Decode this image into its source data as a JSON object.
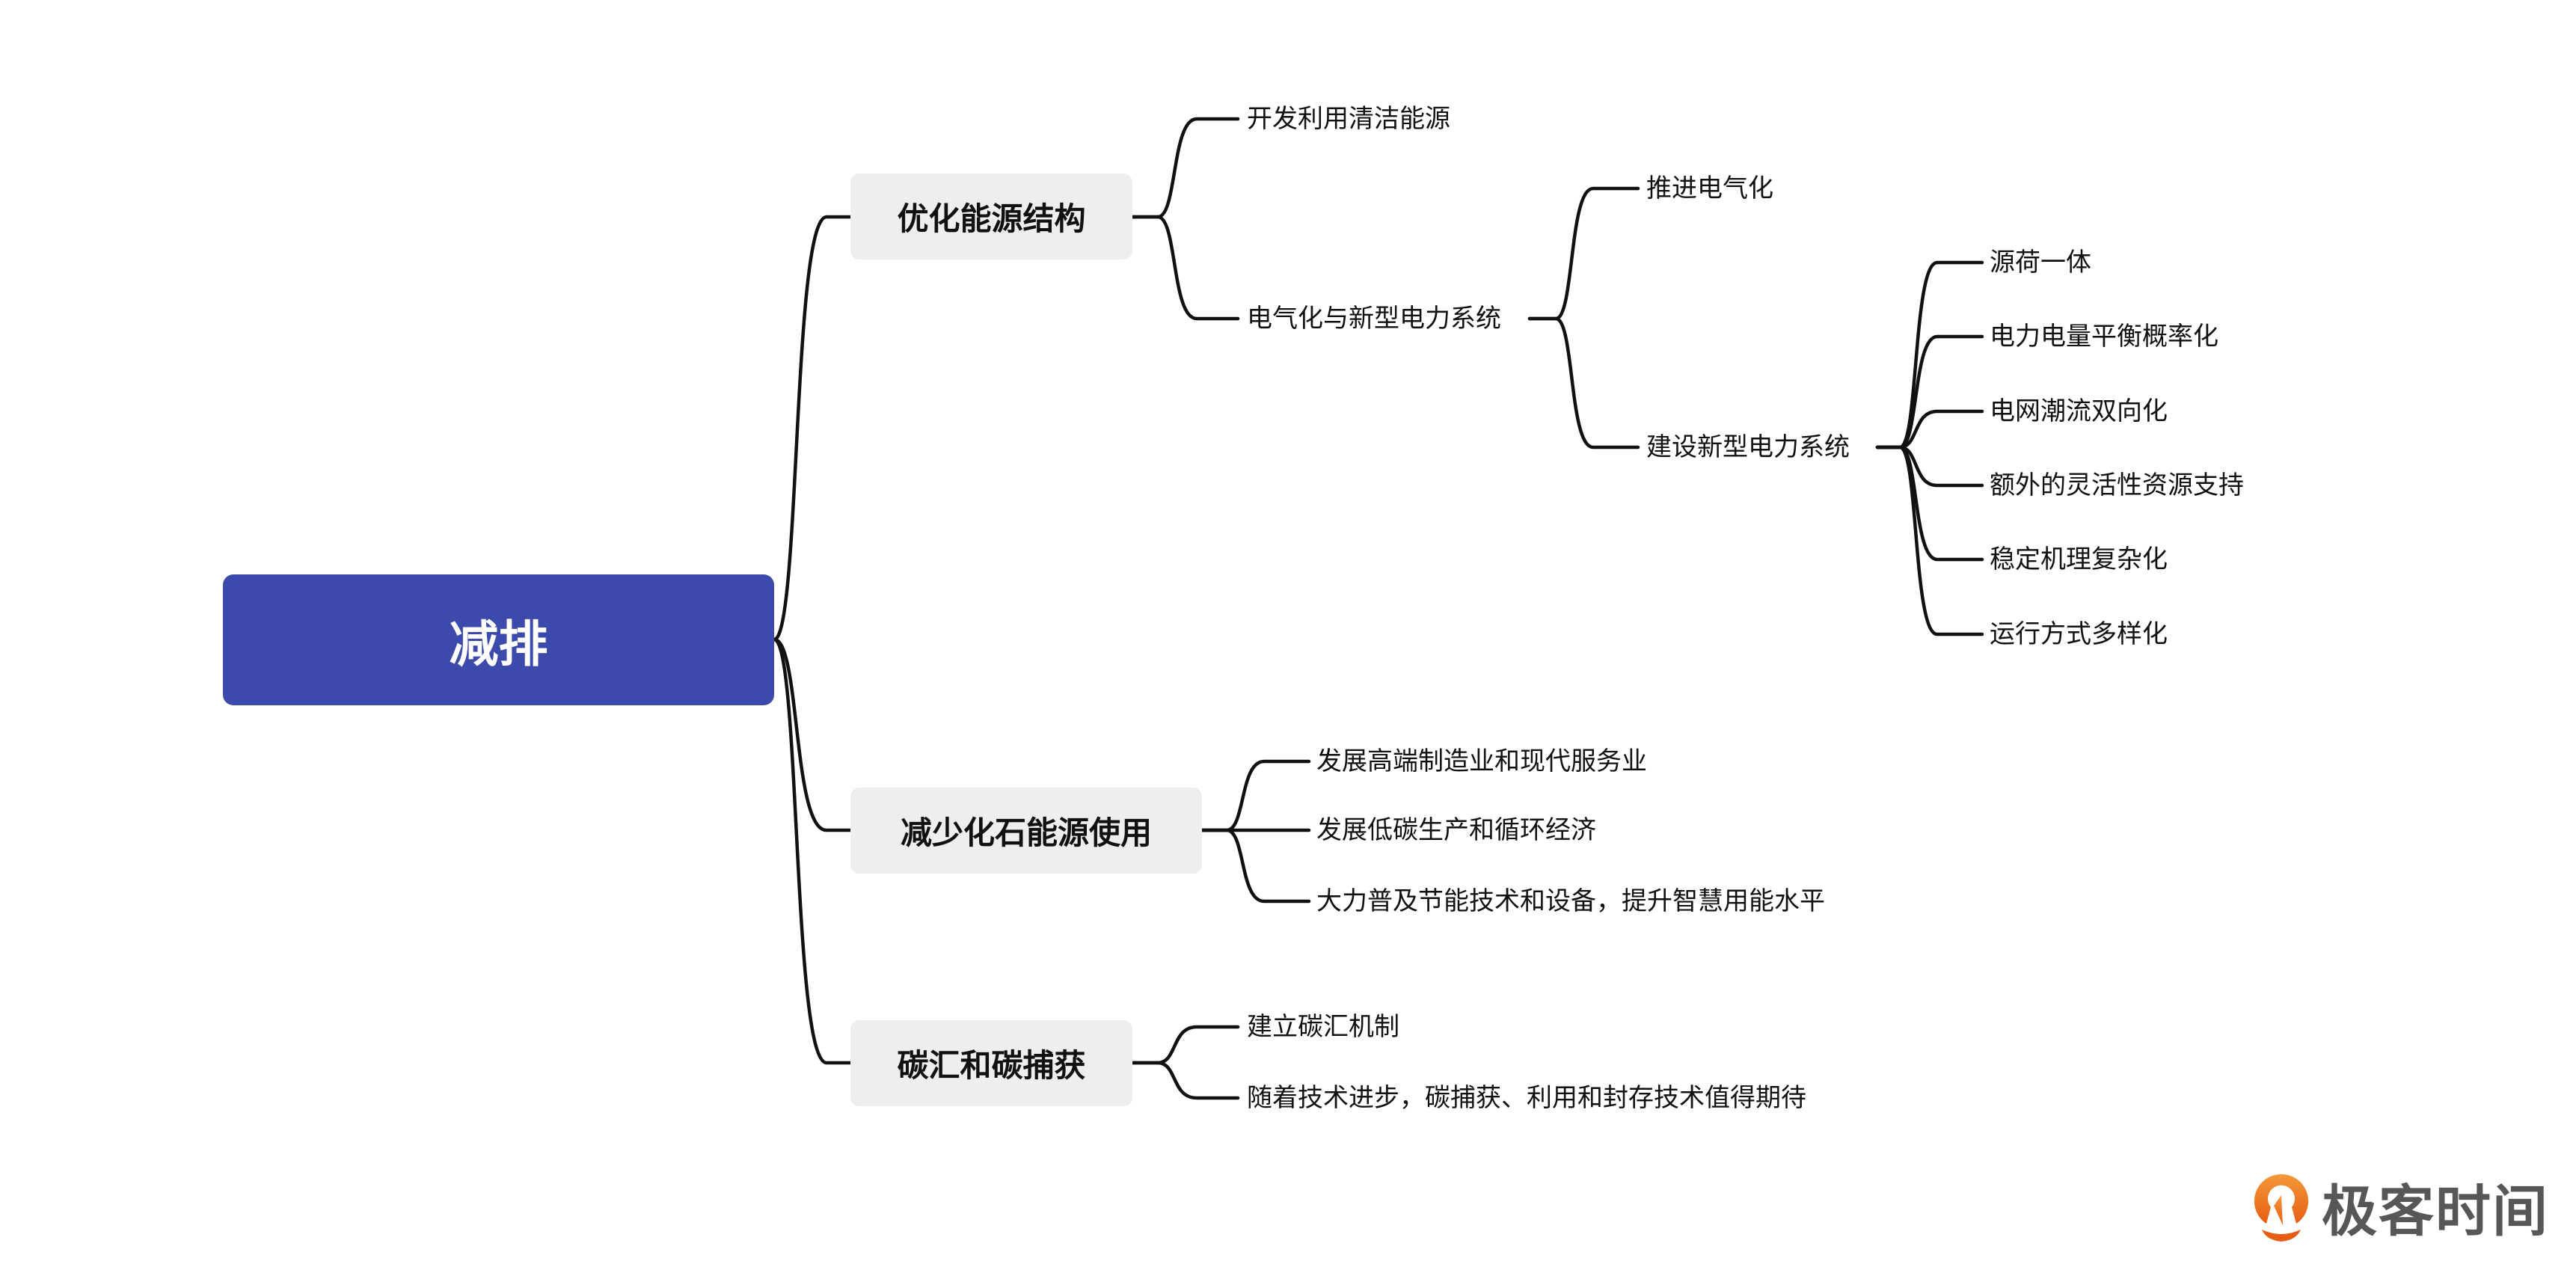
{
  "root": {
    "label": "减排"
  },
  "branches": [
    {
      "label": "优化能源结构",
      "children": [
        {
          "label": "开发利用清洁能源"
        },
        {
          "label": "电气化与新型电力系统",
          "children": [
            {
              "label": "推进电气化"
            },
            {
              "label": "建设新型电力系统",
              "children": [
                "源荷一体",
                "电力电量平衡概率化",
                "电网潮流双向化",
                "额外的灵活性资源支持",
                "稳定机理复杂化",
                "运行方式多样化"
              ]
            }
          ]
        }
      ]
    },
    {
      "label": "减少化石能源使用",
      "children": [
        {
          "label": "发展高端制造业和现代服务业"
        },
        {
          "label": "发展低碳生产和循环经济"
        },
        {
          "label": "大力普及节能技术和设备，提升智慧用能水平"
        }
      ]
    },
    {
      "label": "碳汇和碳捕获",
      "children": [
        {
          "label": "建立碳汇机制"
        },
        {
          "label": "随着技术进步，碳捕获、利用和封存技术值得期待"
        }
      ]
    }
  ],
  "logo": {
    "text": "极客时间",
    "icon": "geektime-logo-icon"
  },
  "colors": {
    "root": "#3b4aab",
    "branch_bg": "#eeeeee",
    "line": "#111111",
    "logo_orange": "#ec6b1e",
    "logo_text": "#555759"
  }
}
